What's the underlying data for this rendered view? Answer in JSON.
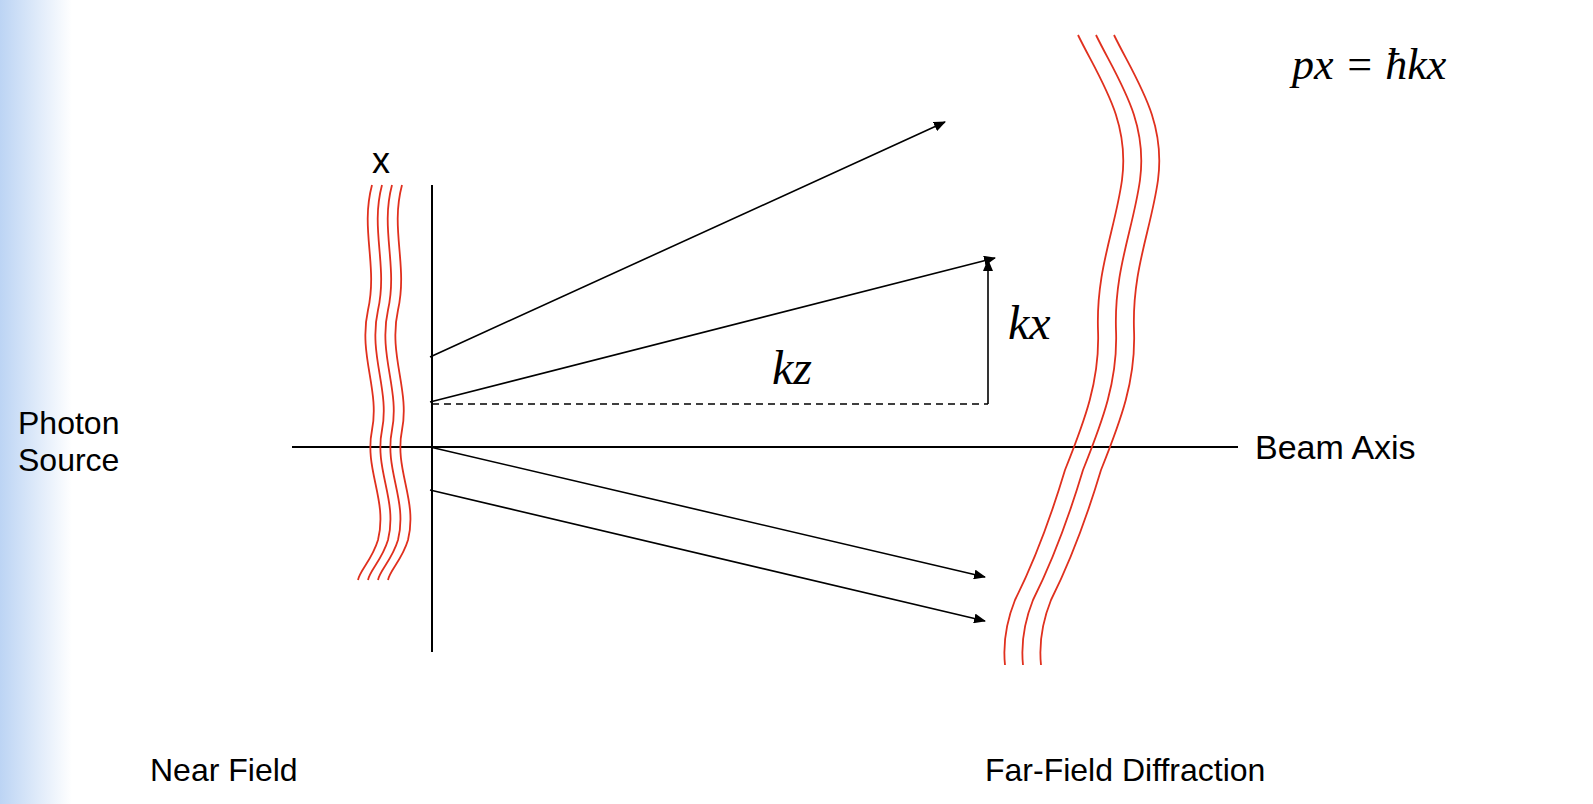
{
  "diagram": {
    "labels": [
      "x",
      "kz",
      "kx",
      "px = ħkx",
      "Photon Source",
      "Beam Axis",
      "Near Field",
      "Far-Field Diffraction"
    ]
  }
}
